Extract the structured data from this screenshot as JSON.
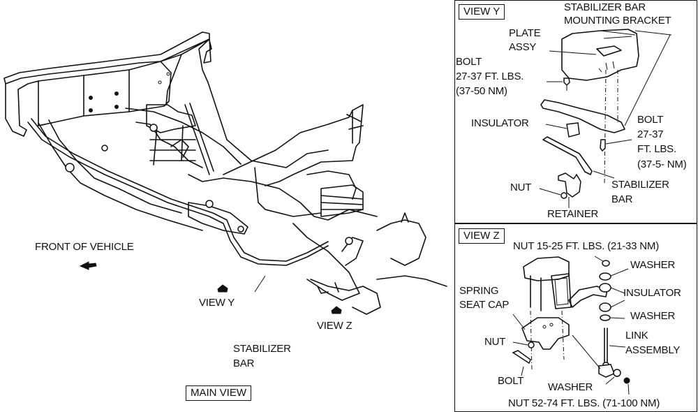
{
  "main_view": {
    "label": "MAIN VIEW",
    "front_label": "FRONT OF VEHICLE",
    "view_y_marker": "VIEW Y",
    "view_z_marker": "VIEW Z",
    "stabilizer_label_line1": "STABILIZER",
    "stabilizer_label_line2": "BAR",
    "icons": [
      "front-arrow-icon",
      "view-y-marker-icon",
      "view-z-marker-icon"
    ]
  },
  "view_y": {
    "title": "VIEW Y",
    "bracket_line1": "STABILIZER BAR",
    "bracket_line2": "MOUNTING BRACKET",
    "plate_line1": "PLATE",
    "plate_line2": "ASSY",
    "bolt1_line1": "BOLT",
    "bolt1_line2": "27-37 FT. LBS.",
    "bolt1_line3": "(37-50 NM)",
    "insulator": "INSULATOR",
    "bolt2_line1": "BOLT",
    "bolt2_line2": "27-37",
    "bolt2_line3": "FT. LBS.",
    "bolt2_line4": "(37-5- NM)",
    "stabilizer_line1": "STABILIZER",
    "stabilizer_line2": "BAR",
    "nut": "NUT",
    "retainer": "RETAINER"
  },
  "view_z": {
    "title": "VIEW Z",
    "nut_top": "NUT 15-25 FT. LBS. (21-33 NM)",
    "washer_top": "WASHER",
    "insulator": "INSULATOR",
    "washer_mid": "WASHER",
    "spring_line1": "SPRING",
    "spring_line2": "SEAT CAP",
    "link_line1": "LINK",
    "link_line2": "ASSEMBLY",
    "nut": "NUT",
    "bolt": "BOLT",
    "washer_bottom": "WASHER",
    "nut_bottom": "NUT 52-74 FT. LBS. (71-100 NM)"
  }
}
